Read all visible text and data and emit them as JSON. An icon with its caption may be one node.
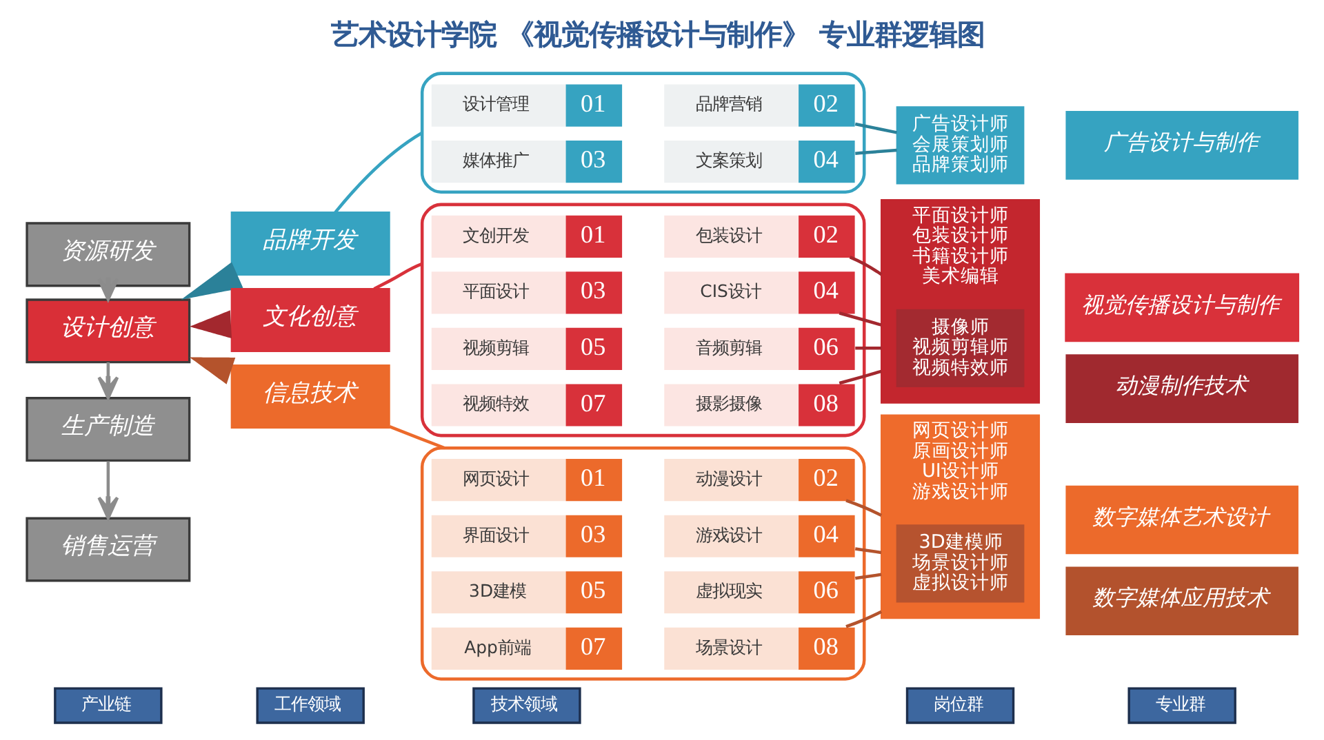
{
  "diagram": {
    "title": "艺术设计学院 《视觉传播设计与制作》 专业群逻辑图",
    "nodes": [
      {
        "text": [
          "资源研发"
        ]
      },
      {
        "text": [
          "设计创意"
        ]
      },
      {
        "text": [
          "生产制造"
        ]
      },
      {
        "text": [
          "销售运营"
        ]
      },
      {
        "text": [
          "品牌开发"
        ]
      },
      {
        "text": [
          "文化创意"
        ]
      },
      {
        "text": [
          "信息技术"
        ]
      },
      {
        "text": [],
        "shape": "bracket"
      },
      {
        "text": [
          "设计管理",
          "01"
        ],
        "in": 7
      },
      {
        "text": [
          "品牌营销",
          "02"
        ],
        "in": 7
      },
      {
        "text": [
          "媒体推广",
          "03"
        ],
        "in": 7
      },
      {
        "text": [
          "文案策划",
          "04"
        ],
        "in": 7
      },
      {
        "text": [],
        "shape": "bracket"
      },
      {
        "text": [
          "文创开发",
          "01"
        ],
        "in": 12
      },
      {
        "text": [
          "包装设计",
          "02"
        ],
        "in": 12
      },
      {
        "text": [
          "平面设计",
          "03"
        ],
        "in": 12
      },
      {
        "text": [
          "CIS设计",
          "04"
        ],
        "in": 12
      },
      {
        "text": [
          "视频剪辑",
          "05"
        ],
        "in": 12
      },
      {
        "text": [
          "音频剪辑",
          "06"
        ],
        "in": 12
      },
      {
        "text": [
          "视频特效",
          "07"
        ],
        "in": 12
      },
      {
        "text": [
          "摄影摄像",
          "08"
        ],
        "in": 12
      },
      {
        "text": [],
        "shape": "bracket"
      },
      {
        "text": [
          "网页设计",
          "01"
        ],
        "in": 21
      },
      {
        "text": [
          "动漫设计",
          "02"
        ],
        "in": 21
      },
      {
        "text": [
          "界面设计",
          "03"
        ],
        "in": 21
      },
      {
        "text": [
          "游戏设计",
          "04"
        ],
        "in": 21
      },
      {
        "text": [
          "3D建模",
          "05"
        ],
        "in": 21
      },
      {
        "text": [
          "虚拟现实",
          "06"
        ],
        "in": 21
      },
      {
        "text": [
          "App前端",
          "07"
        ],
        "in": 21
      },
      {
        "text": [
          "场景设计",
          "08"
        ],
        "in": 21
      },
      {
        "text": [
          "广告设计师",
          "会展策划师",
          "品牌策划师"
        ]
      },
      {
        "text": [
          "平面设计师",
          "包装设计师",
          "书籍设计师",
          "美术编辑"
        ]
      },
      {
        "text": [
          "摄像师",
          "视频剪辑师",
          "视频特效师"
        ],
        "in": 31
      },
      {
        "text": [
          "网页设计师",
          "原画设计师",
          "UI设计师",
          "游戏设计师"
        ]
      },
      {
        "text": [
          "3D建模师",
          "场景设计师",
          "虚拟设计师"
        ],
        "in": 33
      },
      {
        "text": [
          "广告设计与制作"
        ]
      },
      {
        "text": [
          "视觉传播设计与制作"
        ]
      },
      {
        "text": [
          "动漫制作技术"
        ]
      },
      {
        "text": [
          "数字媒体艺术设计"
        ]
      },
      {
        "text": [
          "数字媒体应用技术"
        ]
      },
      {
        "text": [
          "产业链"
        ]
      },
      {
        "text": [
          "工作领域"
        ]
      },
      {
        "text": [
          "技术领域"
        ]
      },
      {
        "text": [
          "岗位群"
        ]
      },
      {
        "text": [
          "专业群"
        ]
      }
    ],
    "edges": [
      {
        "from": 0,
        "to": 1,
        "arrow": "to",
        "color": "#8c8c8c"
      },
      {
        "from": 1,
        "to": 2,
        "arrow": "to",
        "color": "#8c8c8c"
      },
      {
        "from": 2,
        "to": 3,
        "arrow": "to",
        "color": "#8c8c8c"
      },
      {
        "from": 1,
        "to": 4,
        "arrow": "none",
        "style": "thick",
        "color": "#2b8199"
      },
      {
        "from": 1,
        "to": 5,
        "arrow": "none",
        "style": "thick",
        "color": "#a3282e"
      },
      {
        "from": 1,
        "to": 6,
        "arrow": "none",
        "style": "thick",
        "color": "#b4532c"
      },
      {
        "from": 4,
        "to": 7,
        "arrow": "none",
        "color": "#36a3c1"
      },
      {
        "from": 5,
        "to": 12,
        "arrow": "none",
        "color": "#d8313a"
      },
      {
        "from": 6,
        "to": 21,
        "arrow": "none",
        "color": "#ec6a2b"
      },
      {
        "from": 9,
        "to": 30,
        "arrow": "none",
        "color": "#2b8199"
      },
      {
        "from": 11,
        "to": 30,
        "arrow": "none",
        "color": "#2b8199"
      },
      {
        "from": 14,
        "to": 31,
        "arrow": "none",
        "color": "#a3282e"
      },
      {
        "from": 16,
        "to": 31,
        "arrow": "none",
        "color": "#a3282e"
      },
      {
        "from": 18,
        "to": 31,
        "arrow": "none",
        "color": "#a3282e"
      },
      {
        "from": 20,
        "to": 31,
        "arrow": "none",
        "color": "#a3282e"
      },
      {
        "from": 23,
        "to": 33,
        "arrow": "none",
        "color": "#b4532c"
      },
      {
        "from": 25,
        "to": 33,
        "arrow": "none",
        "color": "#b4532c"
      },
      {
        "from": 27,
        "to": 33,
        "arrow": "none",
        "color": "#b4532c"
      },
      {
        "from": 29,
        "to": 33,
        "arrow": "none",
        "color": "#b4532c"
      }
    ]
  }
}
